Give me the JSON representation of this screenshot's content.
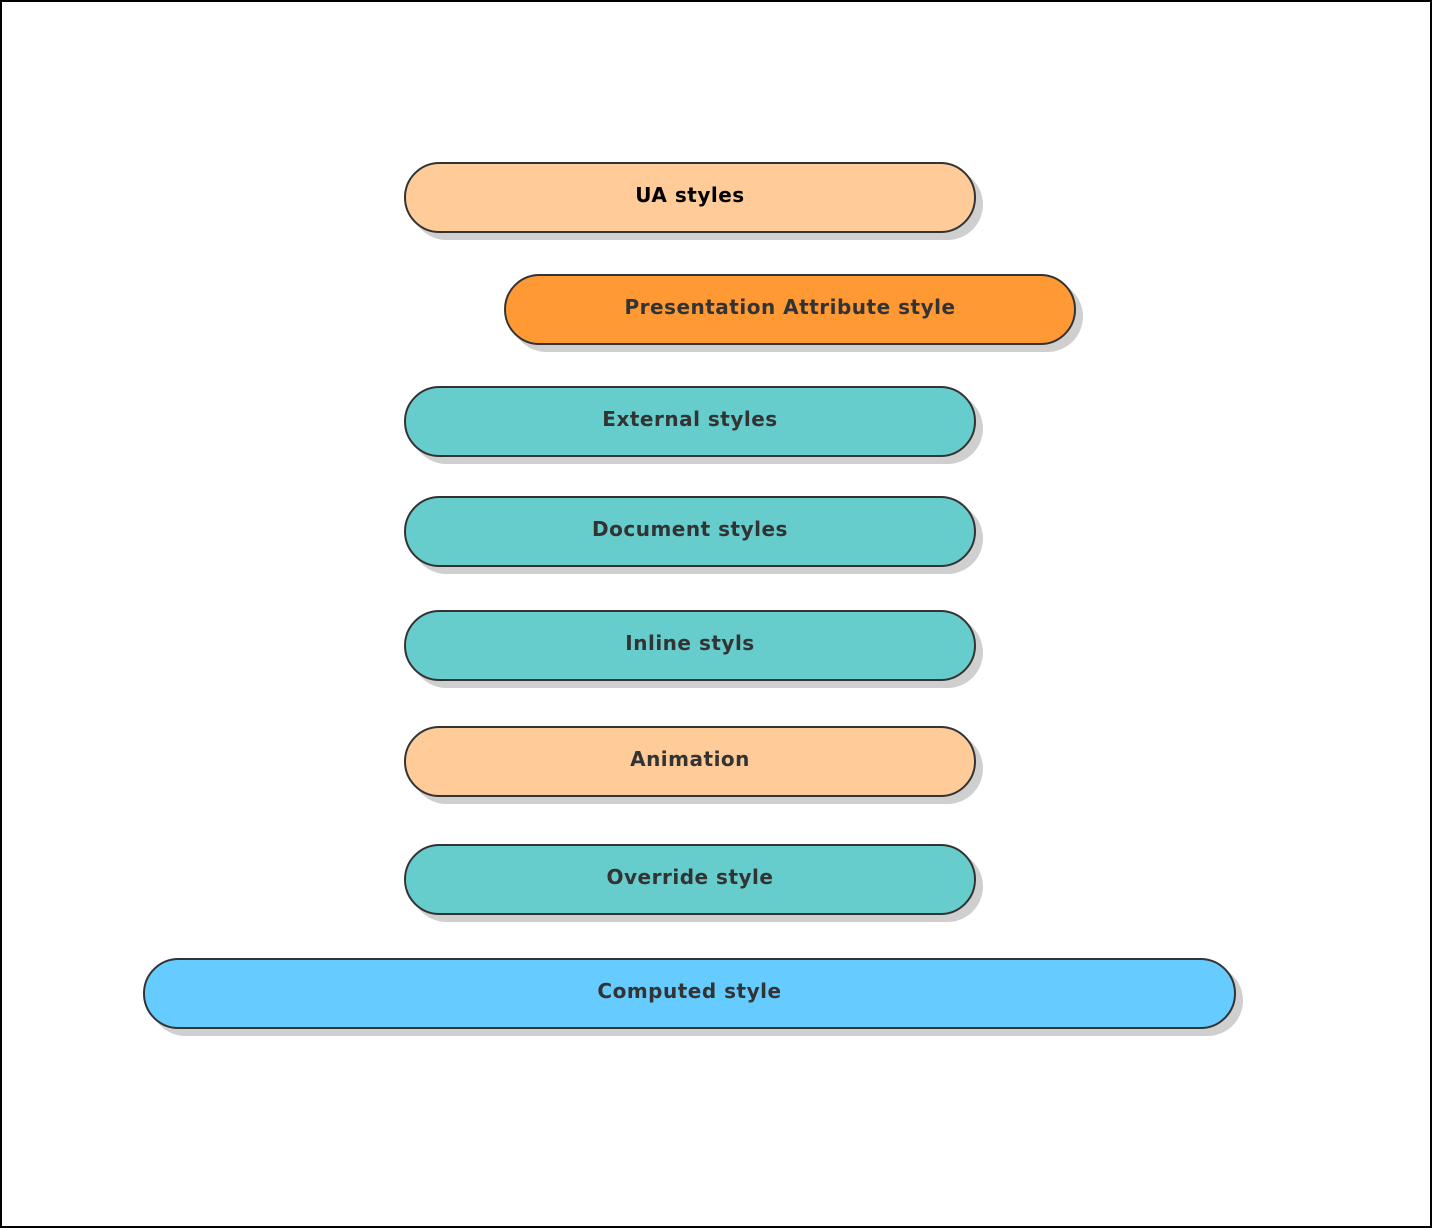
{
  "colors": {
    "peach": "#ffcc99",
    "orange": "#ff9933",
    "teal": "#66cccc",
    "sky": "#66ccff",
    "stroke": "#333333",
    "shadow": "#cfcfcf"
  },
  "layers": [
    {
      "label": "UA styles",
      "fill": "peach"
    },
    {
      "label": "Presentation Attribute style",
      "fill": "orange"
    },
    {
      "label": "External styles",
      "fill": "teal"
    },
    {
      "label": "Document styles",
      "fill": "teal"
    },
    {
      "label": "Inline styls",
      "fill": "teal"
    },
    {
      "label": "Animation",
      "fill": "peach"
    },
    {
      "label": "Override style",
      "fill": "teal"
    },
    {
      "label": "Computed style",
      "fill": "sky"
    }
  ]
}
